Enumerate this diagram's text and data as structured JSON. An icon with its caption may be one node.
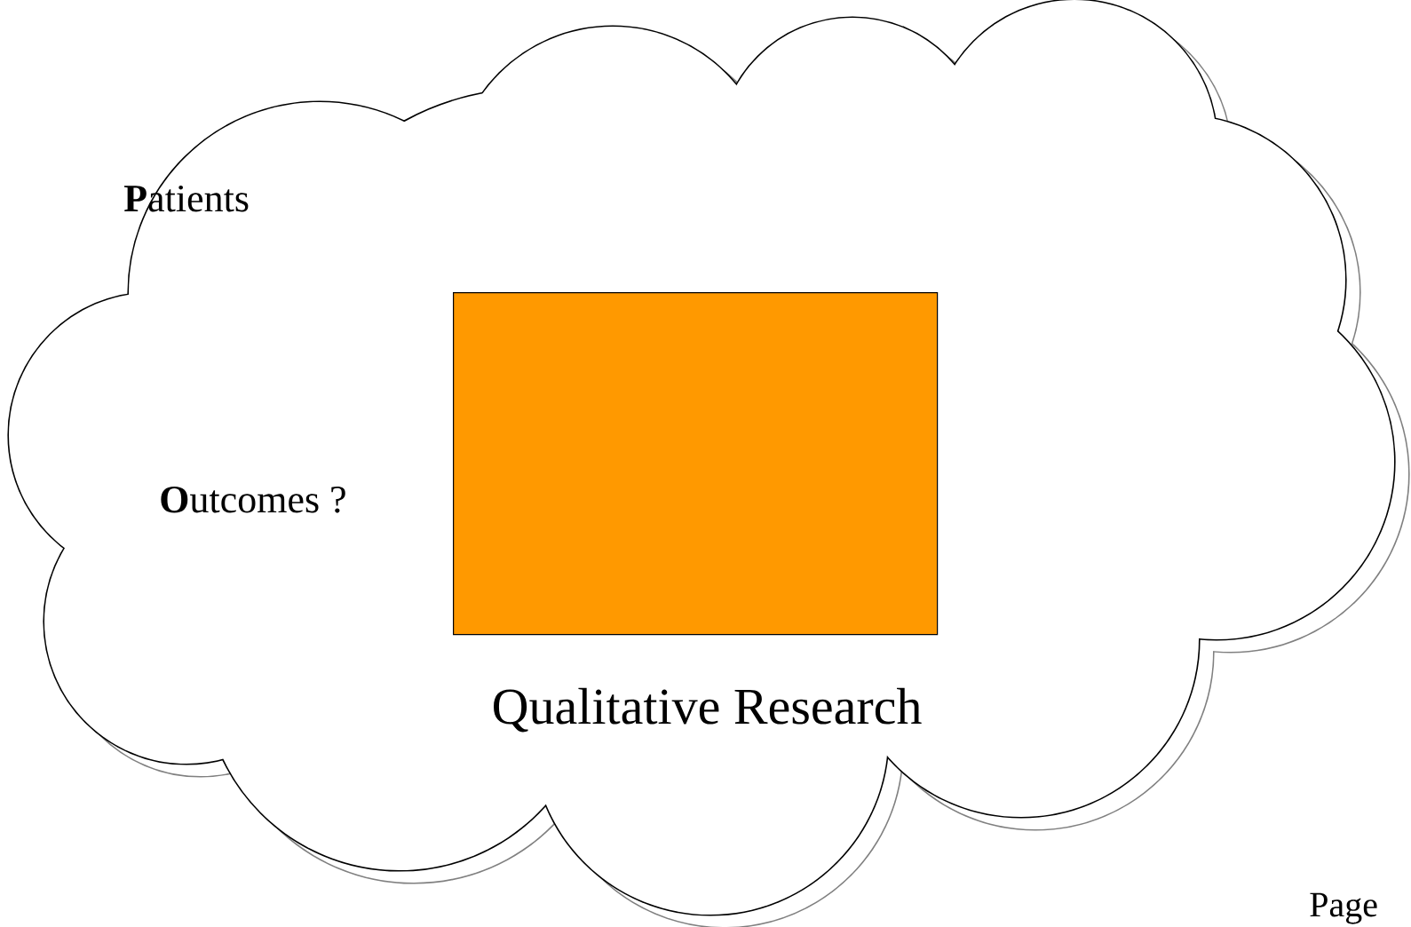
{
  "diagram": {
    "nodes": [
      {
        "text": [
          "**P**atients",
          "**O**utcomes ?",
          "Qualitative Research"
        ]
      },
      {
        "text": [],
        "shape": "box",
        "in": 0
      }
    ],
    "labels": [
      "Page"
    ]
  }
}
